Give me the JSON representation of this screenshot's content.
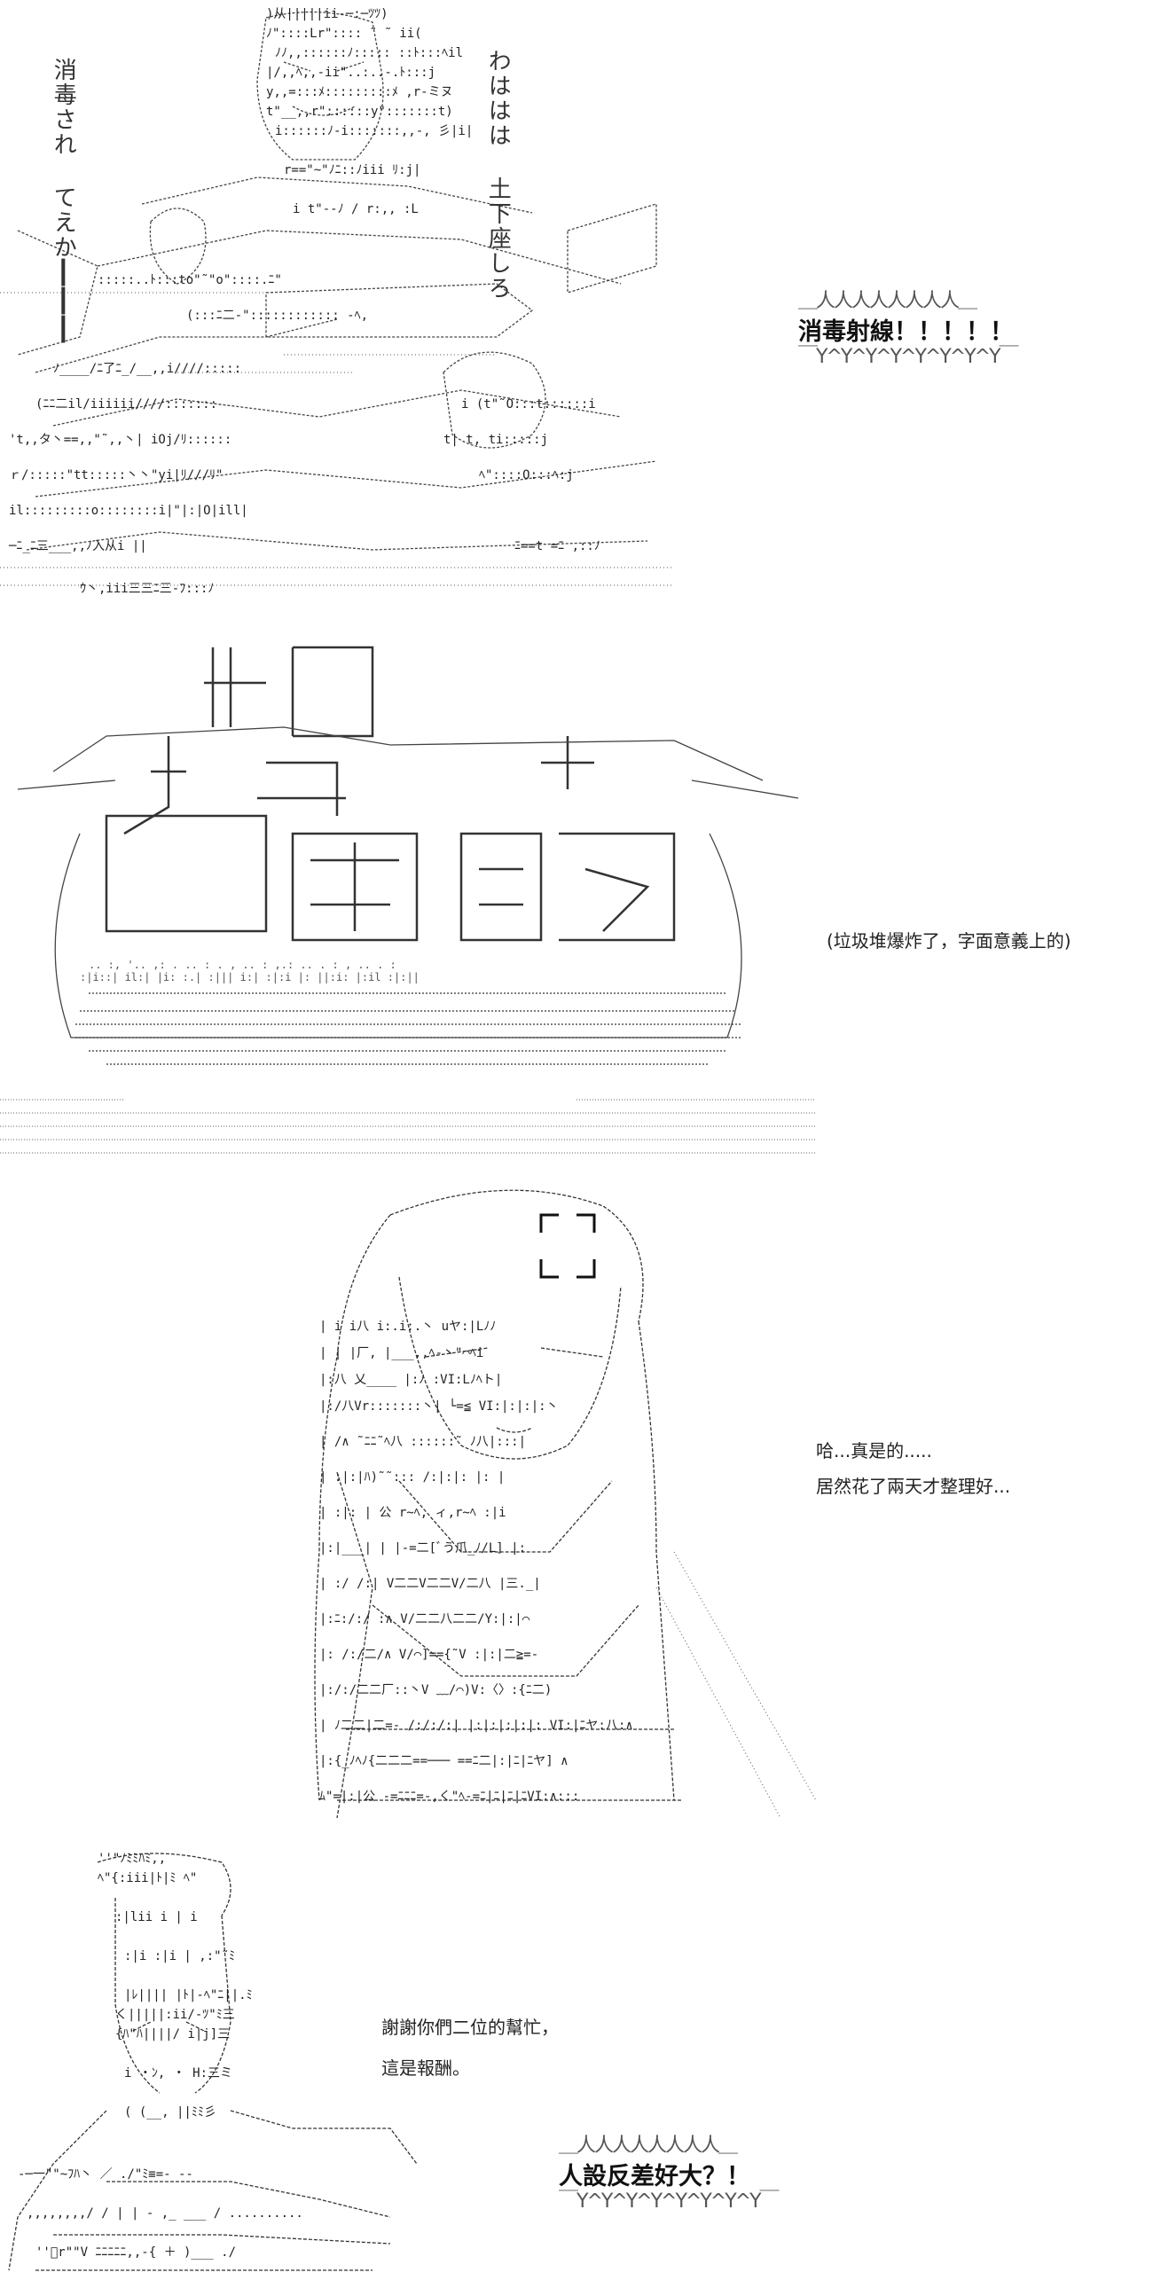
{
  "panel1": {
    "left_vertical_lines": [
      "消毒され",
      "てえか┃┃┃"
    ],
    "right_vertical_lines": [
      "わははは",
      "土下座しろ"
    ],
    "shout": "消毒射線！！！！！",
    "colors": {
      "ink": "#222222",
      "paper": "#ffffff"
    }
  },
  "panel2": {
    "caption": "(垃圾堆爆炸了，字面意義上的)"
  },
  "panel3": {
    "line1": "哈...真是的.....",
    "line2": "居然花了兩天才整理好..."
  },
  "panel4": {
    "line1": "謝謝你們二位的幫忙，",
    "line2": "這是報酬。",
    "shout": "人設反差好大？！"
  }
}
